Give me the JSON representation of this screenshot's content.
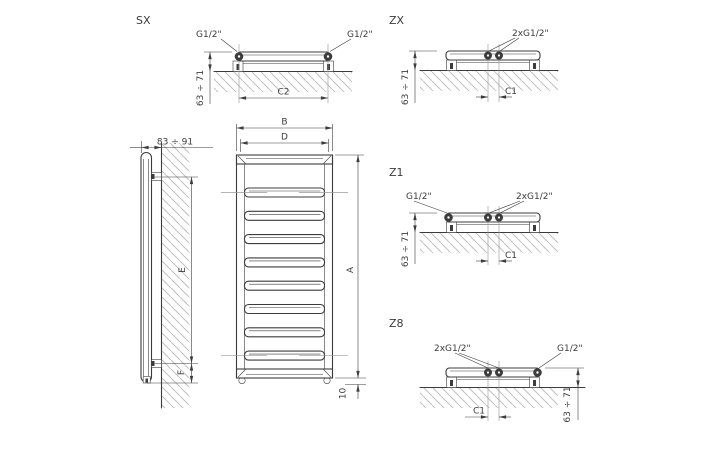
{
  "colors": {
    "line": "#3c3c3c",
    "text": "#3c3c3c",
    "centerline": "#9a9a9a",
    "hatch": "#bfbfbf",
    "background": "#ffffff"
  },
  "front_view": {
    "overall_width": "B",
    "pipe_axis_width": "D",
    "overall_height": "A",
    "bottom_offset": "10"
  },
  "side_view": {
    "wall_distance": "83 ÷ 91",
    "mounting_span": "E",
    "bottom_offset": "F"
  },
  "sections": {
    "sx": {
      "label": "SX",
      "left_connection": "G1/2\"",
      "right_connection": "G1/2\"",
      "wall_to_axis": "63 ÷ 71",
      "connection_spacing": "C2"
    },
    "zx": {
      "label": "ZX",
      "center_connection": "2xG1/2\"",
      "wall_to_axis": "63 ÷ 71",
      "connection_spacing": "C1"
    },
    "z1": {
      "label": "Z1",
      "left_connection": "G1/2\"",
      "center_connection": "2xG1/2\"",
      "wall_to_axis": "63 ÷ 71",
      "connection_spacing": "C1"
    },
    "z8": {
      "label": "Z8",
      "center_connection": "2xG1/2\"",
      "right_connection": "G1/2\"",
      "wall_to_axis": "63 ÷ 71",
      "connection_spacing": "C1"
    }
  }
}
